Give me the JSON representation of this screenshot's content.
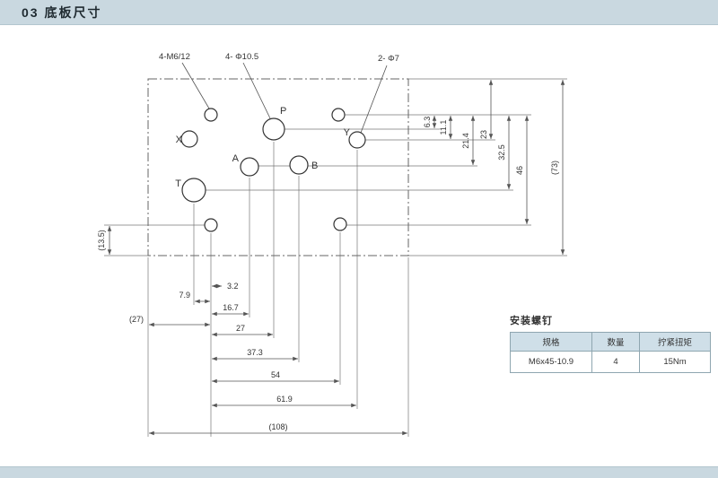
{
  "header": {
    "title": "03 底板尺寸"
  },
  "drawing": {
    "callouts": {
      "m6": "4-M6/12",
      "p": "4- Φ10.5",
      "y": "2- Φ7"
    },
    "ports": {
      "p": "P",
      "a": "A",
      "b": "B",
      "t": "T",
      "x": "X",
      "y": "Y"
    },
    "dims_right": [
      "6.3",
      "11.1",
      "21.4",
      "23",
      "32.5",
      "46",
      "(73)"
    ],
    "dims_left_vertical": "(13.5)",
    "dims_left_horizontal": "(27)",
    "dims_bottom": [
      "3.2",
      "7.9",
      "16.7",
      "27",
      "37.3",
      "54",
      "61.9",
      "(108)"
    ]
  },
  "table": {
    "title": "安装螺钉",
    "headers": [
      "规格",
      "数量",
      "拧紧扭矩"
    ],
    "rows": [
      [
        "M6x45-10.9",
        "4",
        "15Nm"
      ]
    ]
  },
  "colors": {
    "bar": "#c9d8e0",
    "line": "#555555",
    "table_header_bg": "#cfdfe8"
  }
}
